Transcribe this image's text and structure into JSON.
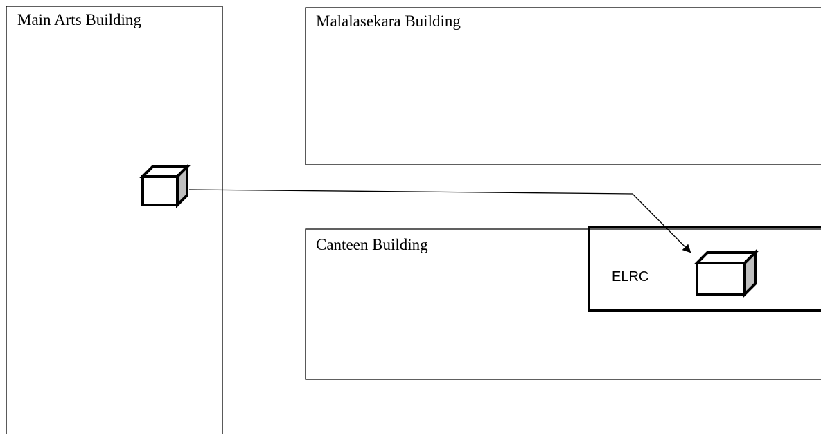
{
  "diagram": {
    "buildings": {
      "main_arts": "Main Arts Building",
      "malalasekara": "Malalasekara Building",
      "canteen": "Canteen Building",
      "elrc": "ELRC"
    },
    "icons": {
      "source": "box-icon",
      "target": "box-icon"
    },
    "colors": {
      "stroke": "#000000",
      "box_side": "#bfbfbf",
      "background": "#ffffff"
    }
  }
}
